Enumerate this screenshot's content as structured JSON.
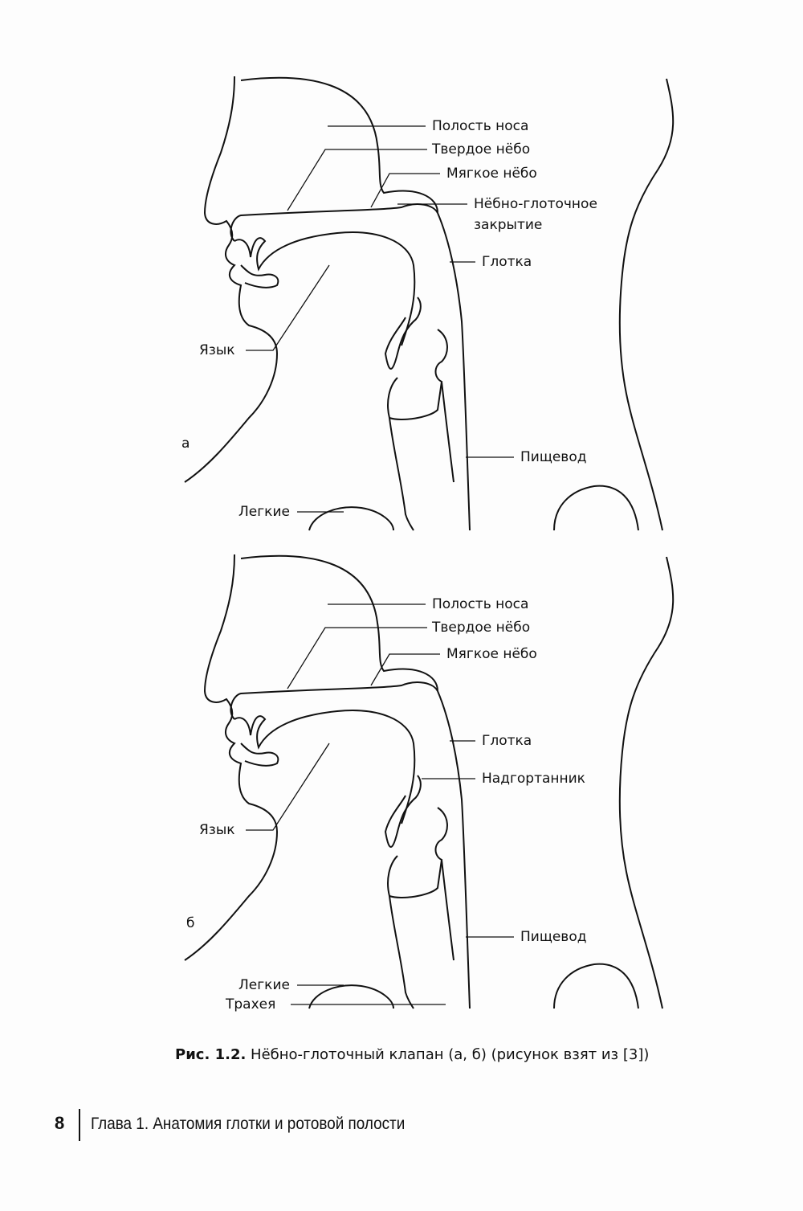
{
  "figure_a": {
    "panel_letter": "а",
    "labels": {
      "nasal_cavity": "Полость носа",
      "hard_palate": "Твердое нёбо",
      "soft_palate": "Мягкое нёбо",
      "closure_line1": "Нёбно-глоточное",
      "closure_line2": "закрытие",
      "pharynx": "Глотка",
      "tongue": "Язык",
      "esophagus": "Пищевод",
      "lungs": "Легкие"
    }
  },
  "figure_b": {
    "panel_letter": "б",
    "labels": {
      "nasal_cavity": "Полость носа",
      "hard_palate": "Твердое нёбо",
      "soft_palate": "Мягкое нёбо",
      "pharynx": "Глотка",
      "epiglottis": "Надгортанник",
      "tongue": "Язык",
      "esophagus": "Пищевод",
      "lungs": "Легкие",
      "trachea": "Трахея"
    }
  },
  "caption": {
    "prefix": "Рис. 1.2.",
    "text": " Нёбно-глоточный клапан (а, б) (рисунок взят из [3])"
  },
  "footer": {
    "page_number": "8",
    "chapter": "Глава 1. Анатомия глотки и ротовой полости"
  }
}
